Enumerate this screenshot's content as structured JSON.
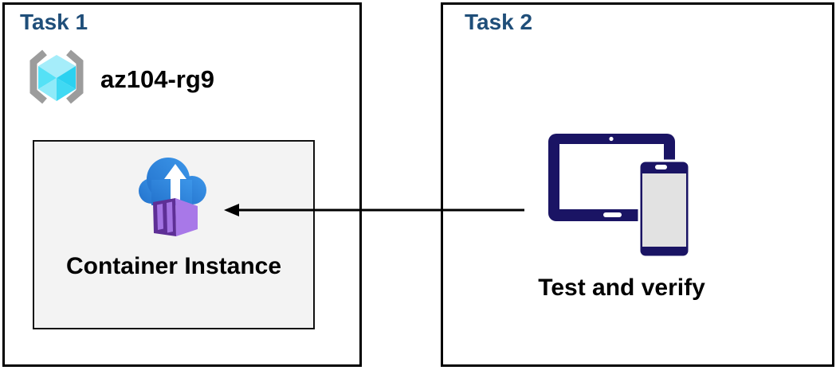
{
  "task1": {
    "title": "Task 1",
    "resource_group_name": "az104-rg9",
    "container_label": "Container Instance"
  },
  "task2": {
    "title": "Task 2",
    "device_label": "Test and verify"
  },
  "icons": {
    "resource_group": "brackets-with-cyan-cube",
    "container_instance": "blue-cloud-upload-with-purple-container",
    "devices": "tablet-and-phone",
    "connector": "left-pointing-arrow"
  },
  "colors": {
    "task_title": "#1F4E79",
    "box_border": "#000000",
    "inner_box_bg": "#F3F3F3",
    "cloud_blue_light": "#3C96E9",
    "cloud_blue_dark": "#2372CC",
    "container_purple_dark": "#5E2F96",
    "container_purple_slat": "#A373E3",
    "container_purple_light": "#A878E8",
    "rg_cyan_top": "#A5EDFA",
    "rg_cyan_left_upper": "#55E1F6",
    "rg_cyan_left_lower": "#8FEAF9",
    "rg_cyan_right_upper": "#2BD1F0",
    "rg_cyan_right_lower": "#40D9F3",
    "bracket_gray": "#9C9C9C",
    "device_navy": "#1A1464",
    "phone_screen_gray": "#E2E2E2",
    "label_black": "#000000",
    "arrow_black": "#000000"
  }
}
